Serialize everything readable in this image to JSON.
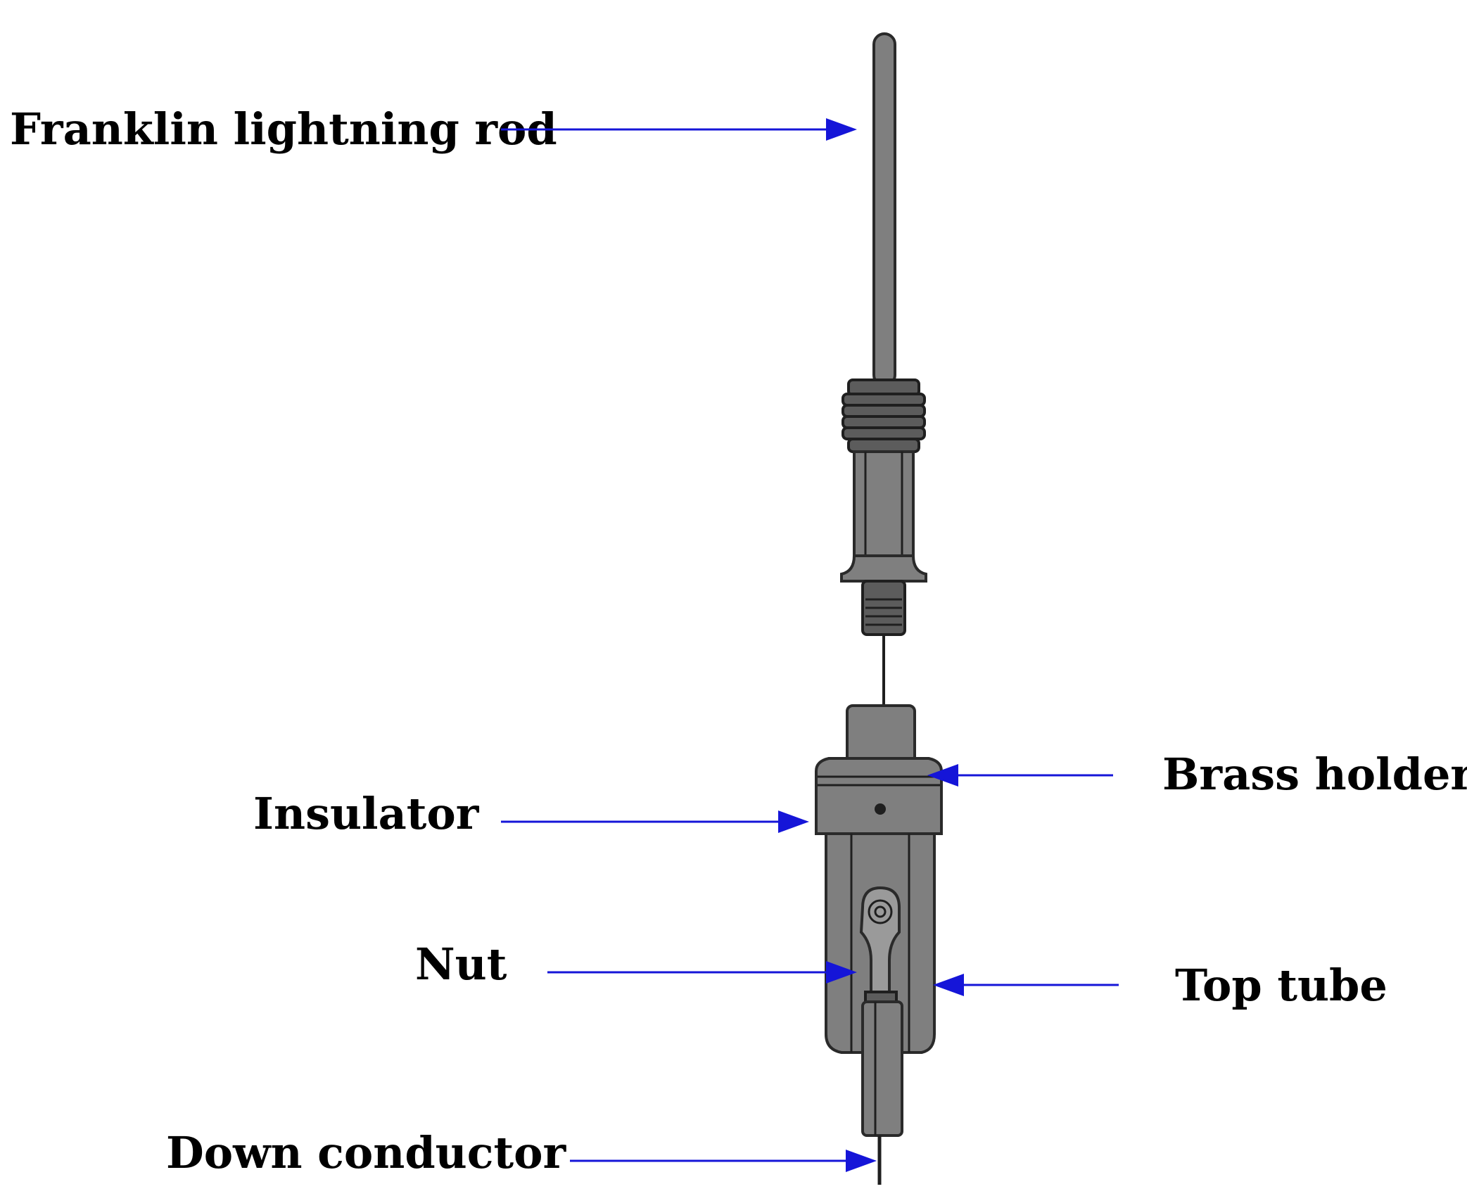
{
  "labels": {
    "franklin_rod": "Franklin lightning rod",
    "brass_holder": "Brass holder",
    "insulator": "Insulator",
    "nut": "Nut",
    "top_tube": "Top tube",
    "down_conductor": "Down conductor"
  },
  "colors": {
    "arrow": "#1515d8",
    "metal": "#7f7f7f",
    "outline": "#2a2a2a",
    "text": "#000000"
  }
}
